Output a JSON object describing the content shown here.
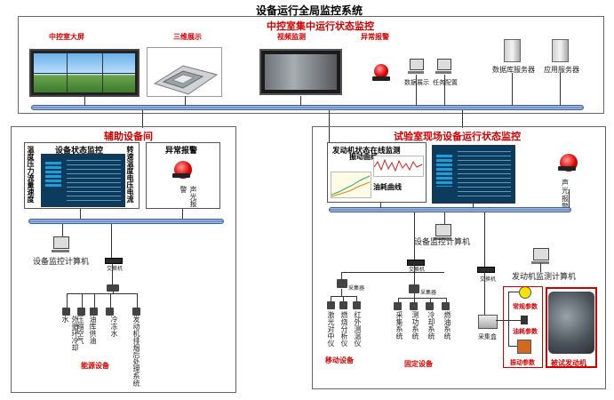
{
  "title": "设备运行全局监控系统",
  "top": {
    "title": "中控室集中运行状态监控",
    "screen_label": "中控室大屏",
    "threed_label": "三维展示",
    "video_label": "视频监测",
    "alarm_label": "异常报警",
    "pc1_label": "数据展示",
    "pc2_label": "任务配置",
    "db_label": "数据库服务器",
    "app_label": "应用服务器"
  },
  "aux": {
    "title": "辅助设备间",
    "status_title": "设备状态监控",
    "left_params": [
      "温度",
      "压力",
      "流量",
      "速度"
    ],
    "right_params": [
      "转速",
      "温度",
      "电压",
      "电流"
    ],
    "alarm_title": "异常报警",
    "alarm_text": "声光报警",
    "pc_label": "设备监控计算机",
    "switch_label": "交换机",
    "energy_label": "能源设备",
    "devices": [
      "外循环冷却水",
      "压缩空气",
      "油库供油",
      "冷冻水",
      "发动机排烟后处理系统"
    ]
  },
  "lab": {
    "title": "试验室现场设备运行状态监控",
    "engine_title": "发动机状态在线监测",
    "vib_curve": "振动曲线",
    "oil_curve": "油耗曲线",
    "alarm_text": "声光报警",
    "pc1_label": "设备监控计算机",
    "pc2_label": "发动机监测计算机",
    "switch1_label": "交换机",
    "switch2_label": "交换机",
    "mobile_label": "移动设备",
    "fixed_label": "固定设备",
    "collect1": "采集器",
    "collect2": "采集器",
    "collect3": "采集盒",
    "mobile_devices": [
      "激光对中仪",
      "燃烧分析仪",
      "红外测温仪"
    ],
    "fixed_devices": [
      "采集系统",
      "测功系统",
      "冷却系统",
      "燃油系统"
    ],
    "param_normal": "常规参数",
    "param_fuel": "油耗参数",
    "param_vib": "振动参数",
    "engine_label": "被试发动机"
  }
}
